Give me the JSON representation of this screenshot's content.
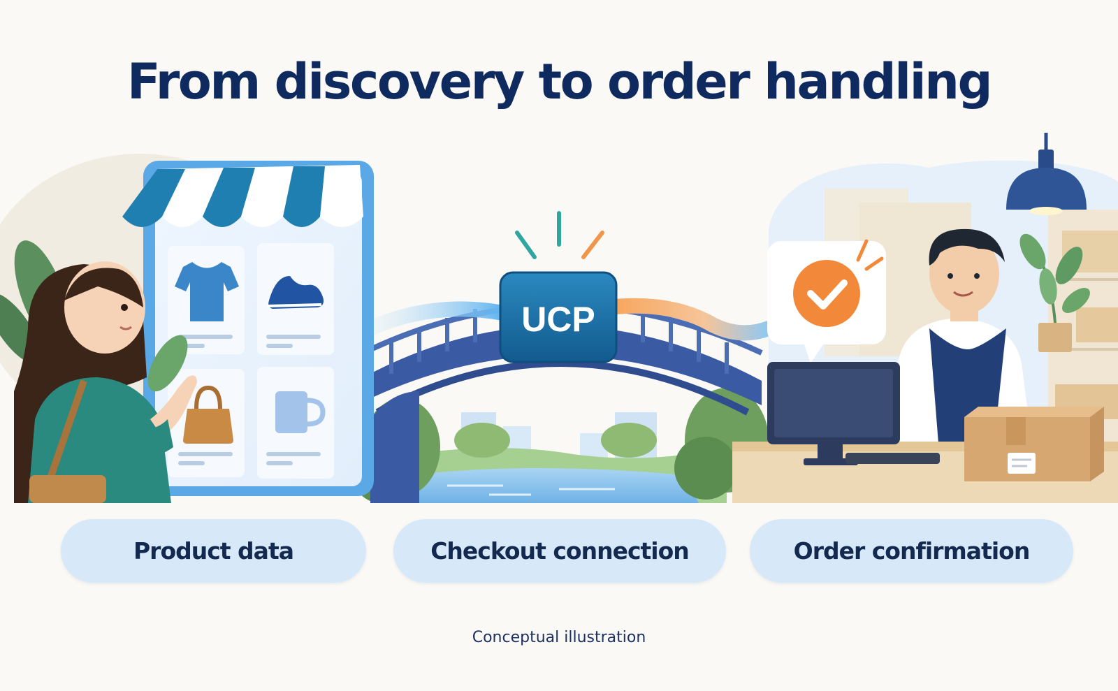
{
  "title": "From discovery to order handling",
  "badge": "UCP",
  "steps": [
    {
      "label": "Product data"
    },
    {
      "label": "Checkout connection"
    },
    {
      "label": "Order confirmation"
    }
  ],
  "caption": "Conceptual illustration",
  "colors": {
    "title": "#0f2a5e",
    "pill_background": "#d7e9f8",
    "pill_text": "#13294f",
    "badge": "#1a6aa0",
    "checkmark": "#f2893a",
    "bridge": "#3a5ba4",
    "shop_frame": "#5aa8e6"
  },
  "icons": {
    "products": [
      "t-shirt-icon",
      "sneaker-icon",
      "handbag-icon",
      "mug-icon"
    ],
    "confirmation": "checkmark-icon"
  }
}
